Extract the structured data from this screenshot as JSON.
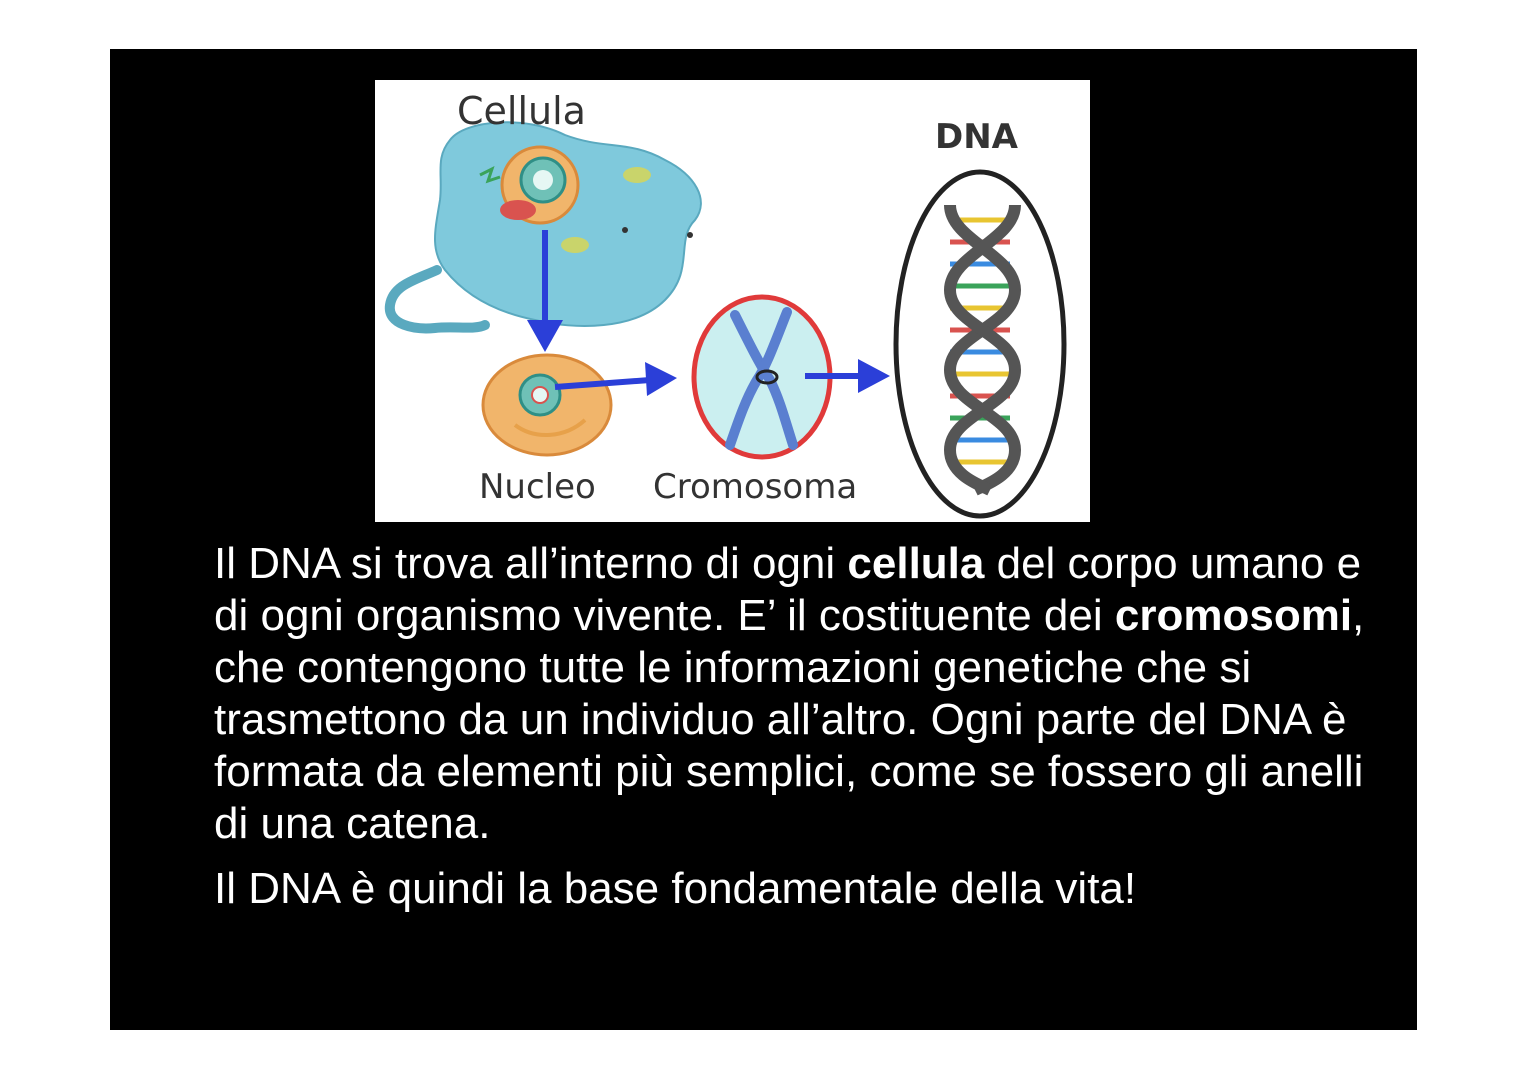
{
  "figure": {
    "labels": {
      "cell": "Cellula",
      "dna": "DNA",
      "nucleus": "Nucleo",
      "chromosome": "Cromosoma"
    },
    "colors": {
      "arrow": "#2b3fd8",
      "cell_body": "#7fc9dc",
      "chromosome_ring": "#e03a3a",
      "nucleus": "#f1b56b",
      "helix_backbone": "#555555"
    }
  },
  "text": {
    "p1": {
      "s1": "Il DNA si trova all’interno di ogni ",
      "b1": "cellula",
      "s2": " del corpo umano e di ogni organismo vivente. E’ il costituente dei ",
      "b2": "cromosomi",
      "s3": ", che contengono tutte le informazioni genetiche che si trasmettono da un individuo all’altro. Ogni parte del DNA è formata da elementi più semplici, come se fossero gli anelli di una catena."
    },
    "p2": "Il DNA è quindi la base fondamentale della vita!"
  }
}
